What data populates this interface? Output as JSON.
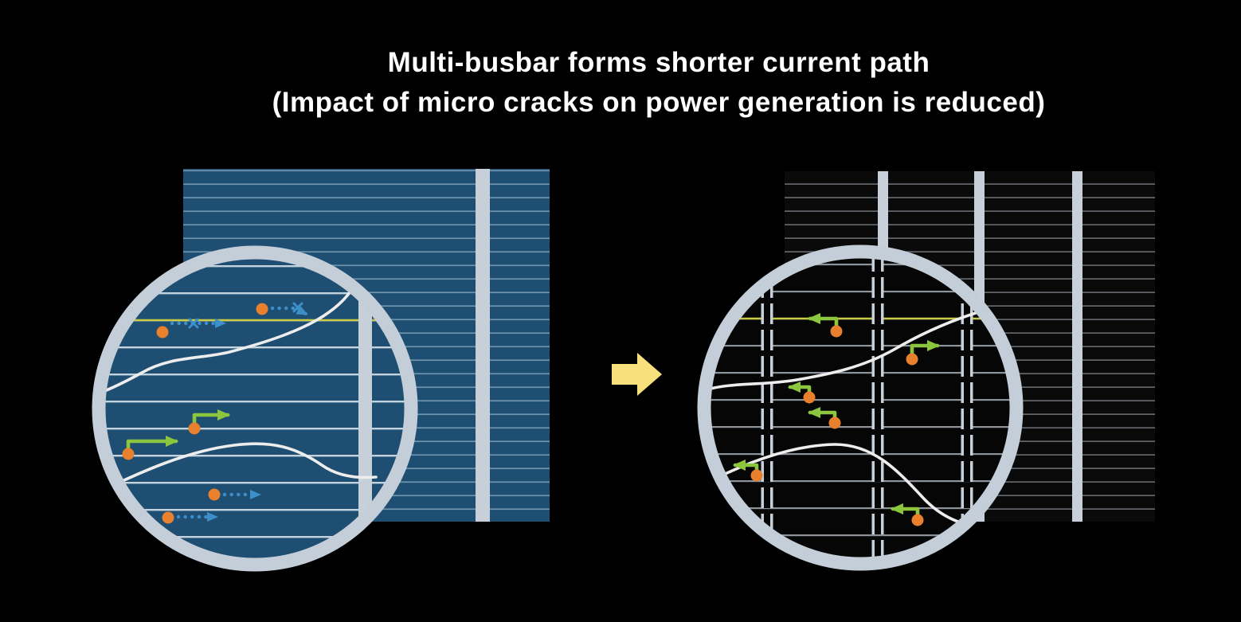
{
  "title": {
    "line1": "Multi-busbar forms shorter current path",
    "line2": "(Impact of micro cracks on power generation is reduced)"
  },
  "colors": {
    "bg": "#000000",
    "title_text": "#ffffff",
    "cell_left": "#1f4e73",
    "finger_left": "#6e95ad",
    "finger_left_zoom": "#c3d3dd",
    "cell_right": "#0a0a0b",
    "finger_right": "#6d7379",
    "cell_right_zoom": "#060607",
    "finger_right_zoom": "#8d939a",
    "busbar": "#c7d0d9",
    "lens_ring": "#c4ced8",
    "highlight_finger": "#c9ca45",
    "electron_dot": "#e8802d",
    "short_path_arrow": "#8cc63e",
    "long_path_arrow": "#3d8fc9",
    "crack": "#ededed",
    "transition_arrow": "#f8e17c"
  },
  "icons": {
    "left_lens": "magnifier-circle",
    "right_lens": "magnifier-circle",
    "transition": "right-arrow-icon",
    "electron": "electron-dot",
    "long_path": "dotted-arrow",
    "short_path": "bent-arrow",
    "blocked": "x-mark",
    "crack": "micro-crack-line"
  },
  "panels": {
    "left": {
      "busbar_count": 1
    },
    "right": {
      "busbar_count": 3
    }
  }
}
